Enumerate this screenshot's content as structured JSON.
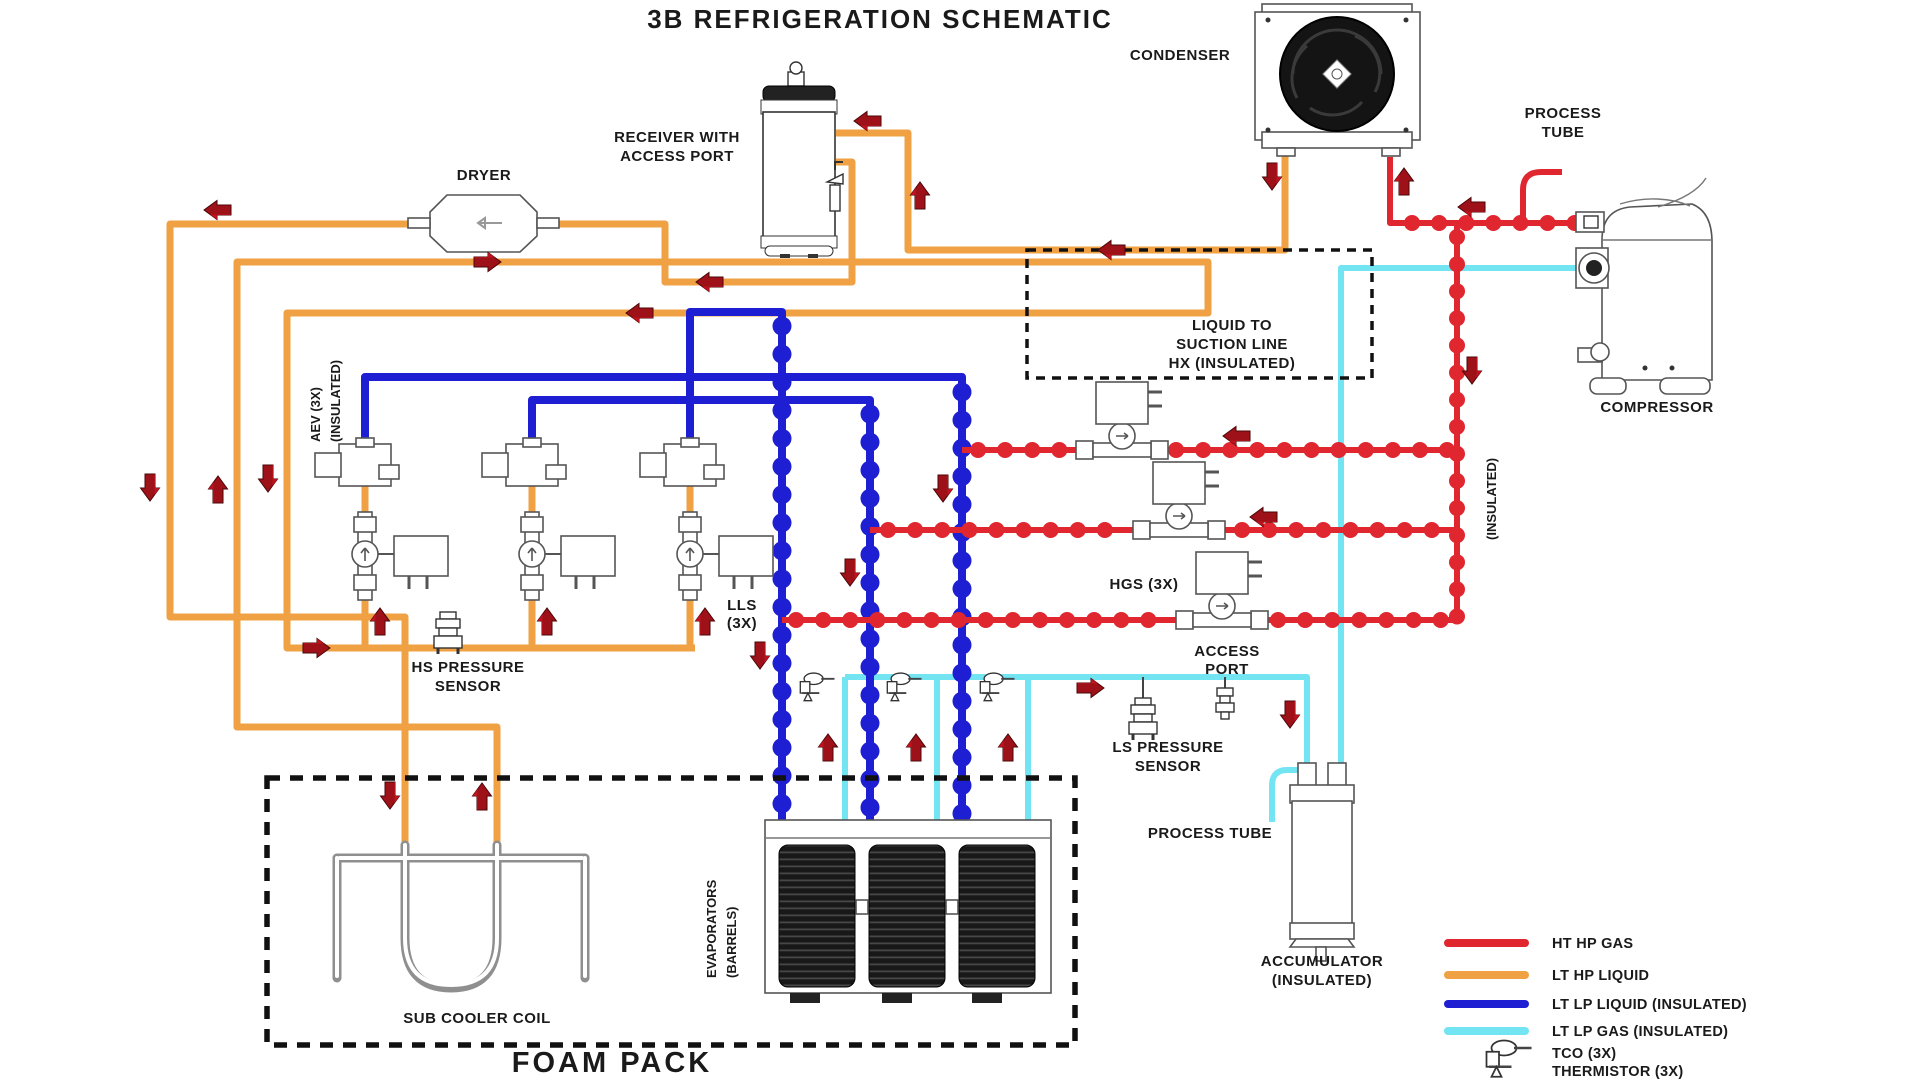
{
  "title": "3B REFRIGERATION SCHEMATIC",
  "colors": {
    "red": "#e02730",
    "orange": "#efa143",
    "blue": "#1e1ed2",
    "cyan": "#72e4f2",
    "arrow": "#9e1118",
    "ink": "#1a1a1a"
  },
  "labels": {
    "condenser": "CONDENSER",
    "process_tube_top": [
      "PROCESS",
      "TUBE"
    ],
    "receiver": [
      "RECEIVER WITH",
      "ACCESS PORT"
    ],
    "dryer": "DRYER",
    "compressor": "COMPRESSOR",
    "hx": [
      "LIQUID TO",
      "SUCTION LINE",
      "HX (INSULATED)"
    ],
    "aev": [
      "AEV (3X)",
      "(INSULATED)"
    ],
    "hs_sensor": [
      "HS PRESSURE",
      "SENSOR"
    ],
    "lls": [
      "LLS",
      "(3X)"
    ],
    "hgs": "HGS (3X)",
    "access_port": [
      "ACCESS",
      "PORT"
    ],
    "ls_sensor": [
      "LS PRESSURE",
      "SENSOR"
    ],
    "process_tube_bottom": "PROCESS TUBE",
    "accumulator": [
      "ACCUMULATOR",
      "(INSULATED)"
    ],
    "evaporators": [
      "EVAPORATORS",
      "(BARRELS)"
    ],
    "insulated_line": "(INSULATED)",
    "sub_cooler": "SUB COOLER COIL",
    "foam_pack": "FOAM PACK"
  },
  "legend": [
    {
      "label": "HT HP GAS",
      "color": "#e02730"
    },
    {
      "label": "LT HP LIQUID",
      "color": "#efa143"
    },
    {
      "label": "LT LP LIQUID (INSULATED)",
      "color": "#1e1ed2"
    },
    {
      "label": "LT LP GAS (INSULATED)",
      "color": "#72e4f2"
    },
    {
      "label": "TCO (3X)",
      "label2": "THERMISTOR (3X)"
    }
  ]
}
